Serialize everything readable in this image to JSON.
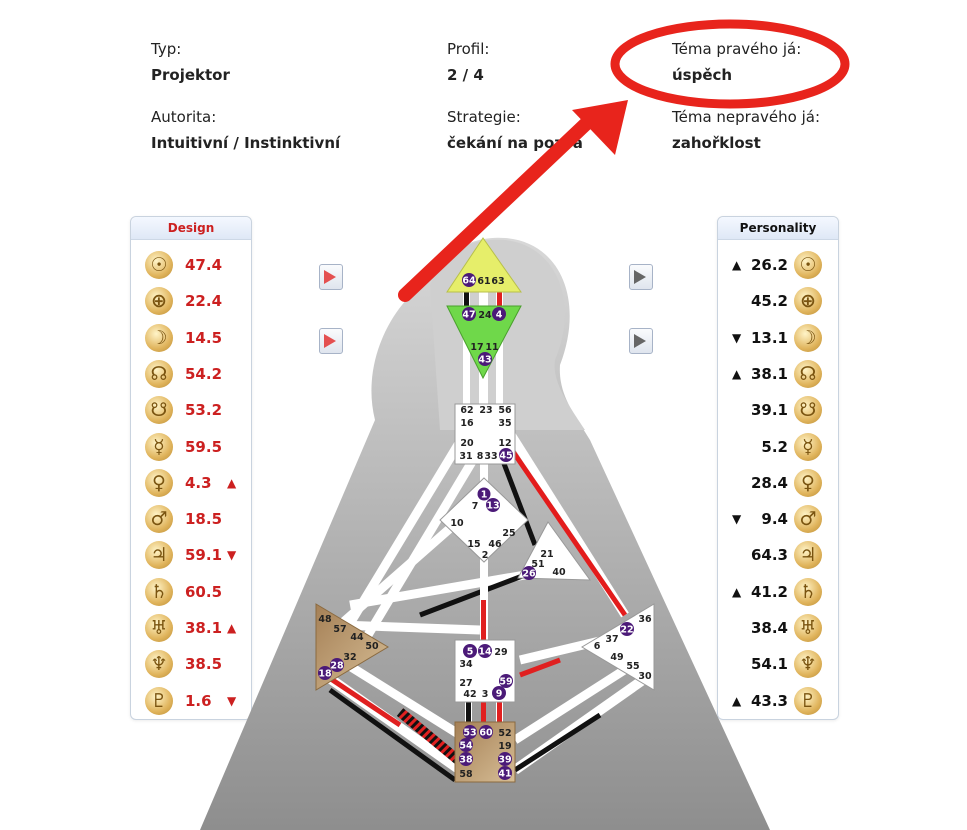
{
  "info": {
    "typ_label": "Typ:",
    "typ_value": "Projektor",
    "profil_label": "Profil:",
    "profil_value": "2 / 4",
    "tema_label": "Téma pravého já:",
    "tema_value": "úspěch",
    "autorita_label": "Autorita:",
    "autorita_value": "Intuitivní / Instinktivní",
    "strategie_label": "Strategie:",
    "strategie_value": "čekání na pozvá",
    "nepravy_label": "Téma nepravého já:",
    "nepravy_value": "zahořklost"
  },
  "design": {
    "title": "Design",
    "title_color": "#cc2020",
    "rows": [
      {
        "icon": "sun-icon",
        "glyph": "☉",
        "value": "47.4",
        "arrow": ""
      },
      {
        "icon": "earth-icon",
        "glyph": "⊕",
        "value": "22.4",
        "arrow": ""
      },
      {
        "icon": "moon-icon",
        "glyph": "☽",
        "value": "14.5",
        "arrow": ""
      },
      {
        "icon": "north-node-icon",
        "glyph": "☊",
        "value": "54.2",
        "arrow": ""
      },
      {
        "icon": "south-node-icon",
        "glyph": "☋",
        "value": "53.2",
        "arrow": ""
      },
      {
        "icon": "mercury-icon",
        "glyph": "☿",
        "value": "59.5",
        "arrow": ""
      },
      {
        "icon": "venus-icon",
        "glyph": "♀",
        "value": "4.3",
        "arrow": "▲"
      },
      {
        "icon": "mars-icon",
        "glyph": "♂",
        "value": "18.5",
        "arrow": ""
      },
      {
        "icon": "jupiter-icon",
        "glyph": "♃",
        "value": "59.1",
        "arrow": "▼"
      },
      {
        "icon": "saturn-icon",
        "glyph": "♄",
        "value": "60.5",
        "arrow": ""
      },
      {
        "icon": "uranus-icon",
        "glyph": "♅",
        "value": "38.1",
        "arrow": "▲"
      },
      {
        "icon": "neptune-icon",
        "glyph": "♆",
        "value": "38.5",
        "arrow": ""
      },
      {
        "icon": "pluto-icon",
        "glyph": "♇",
        "value": "1.6",
        "arrow": "▼"
      }
    ]
  },
  "personality": {
    "title": "Personality",
    "title_color": "#111111",
    "rows": [
      {
        "icon": "sun-icon",
        "glyph": "☉",
        "value": "26.2",
        "arrow": "▲"
      },
      {
        "icon": "earth-icon",
        "glyph": "⊕",
        "value": "45.2",
        "arrow": ""
      },
      {
        "icon": "moon-icon",
        "glyph": "☽",
        "value": "13.1",
        "arrow": "▼"
      },
      {
        "icon": "north-node-icon",
        "glyph": "☊",
        "value": "38.1",
        "arrow": "▲"
      },
      {
        "icon": "south-node-icon",
        "glyph": "☋",
        "value": "39.1",
        "arrow": ""
      },
      {
        "icon": "mercury-icon",
        "glyph": "☿",
        "value": "5.2",
        "arrow": ""
      },
      {
        "icon": "venus-icon",
        "glyph": "♀",
        "value": "28.4",
        "arrow": ""
      },
      {
        "icon": "mars-icon",
        "glyph": "♂",
        "value": "9.4",
        "arrow": "▼"
      },
      {
        "icon": "jupiter-icon",
        "glyph": "♃",
        "value": "64.3",
        "arrow": ""
      },
      {
        "icon": "saturn-icon",
        "glyph": "♄",
        "value": "41.2",
        "arrow": "▲"
      },
      {
        "icon": "uranus-icon",
        "glyph": "♅",
        "value": "38.4",
        "arrow": ""
      },
      {
        "icon": "neptune-icon",
        "glyph": "♆",
        "value": "54.1",
        "arrow": ""
      },
      {
        "icon": "pluto-icon",
        "glyph": "♇",
        "value": "43.3",
        "arrow": "▲"
      }
    ]
  },
  "colors": {
    "design_red": "#cc2020",
    "defined_head": "#e6ee6a",
    "defined_ajna": "#6fd84a",
    "defined_tan": "#b7956a",
    "annotation_red": "#e8241c",
    "gate_badge": "#4b1a78"
  },
  "gates": {
    "head": [
      "64",
      "61",
      "63"
    ],
    "ajna_top": [
      "47",
      "24",
      "4"
    ],
    "ajna_bottom": [
      "17",
      "11",
      "43"
    ],
    "throat": [
      "62",
      "23",
      "56",
      "16",
      "35",
      "20",
      "12",
      "31",
      "8",
      "33",
      "45"
    ],
    "g": [
      "1",
      "7",
      "13",
      "10",
      "25",
      "15",
      "46",
      "2"
    ],
    "heart": [
      "21",
      "51",
      "26",
      "40"
    ],
    "spleen": [
      "48",
      "57",
      "44",
      "50",
      "32",
      "28",
      "18"
    ],
    "sacral": [
      "5",
      "14",
      "29",
      "34",
      "27",
      "59",
      "42",
      "3",
      "9"
    ],
    "solar": [
      "36",
      "22",
      "37",
      "6",
      "49",
      "55",
      "30"
    ],
    "root": [
      "53",
      "60",
      "52",
      "54",
      "19",
      "38",
      "39",
      "58",
      "41"
    ]
  }
}
